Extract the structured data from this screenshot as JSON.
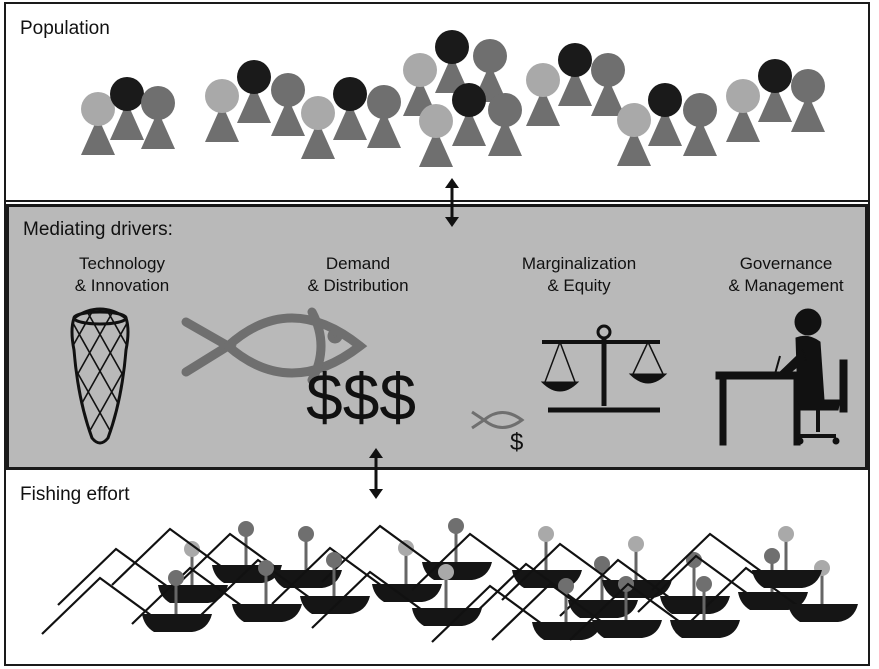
{
  "panels": {
    "population": {
      "title": "Population"
    },
    "mediating": {
      "title": "Mediating drivers:",
      "drivers": [
        {
          "line1": "Technology",
          "line2": "& Innovation",
          "icon": "fishing-net-icon"
        },
        {
          "line1": "Demand",
          "line2": "& Distribution",
          "icon": "fish-dollar-icon"
        },
        {
          "line1": "Marginalization",
          "line2": "& Equity",
          "icon": "balance-scale-icon"
        },
        {
          "line1": "Governance",
          "line2": "& Management",
          "icon": "person-at-desk-icon"
        }
      ],
      "dollar_text": "$$$",
      "small_dollar": "$"
    },
    "fishing": {
      "title": "Fishing effort"
    }
  },
  "colors": {
    "light": "#a9a9a9",
    "dark": "#1a1a1a",
    "mid": "#6f6f6f",
    "panel_gray": "#b9b9b9"
  }
}
